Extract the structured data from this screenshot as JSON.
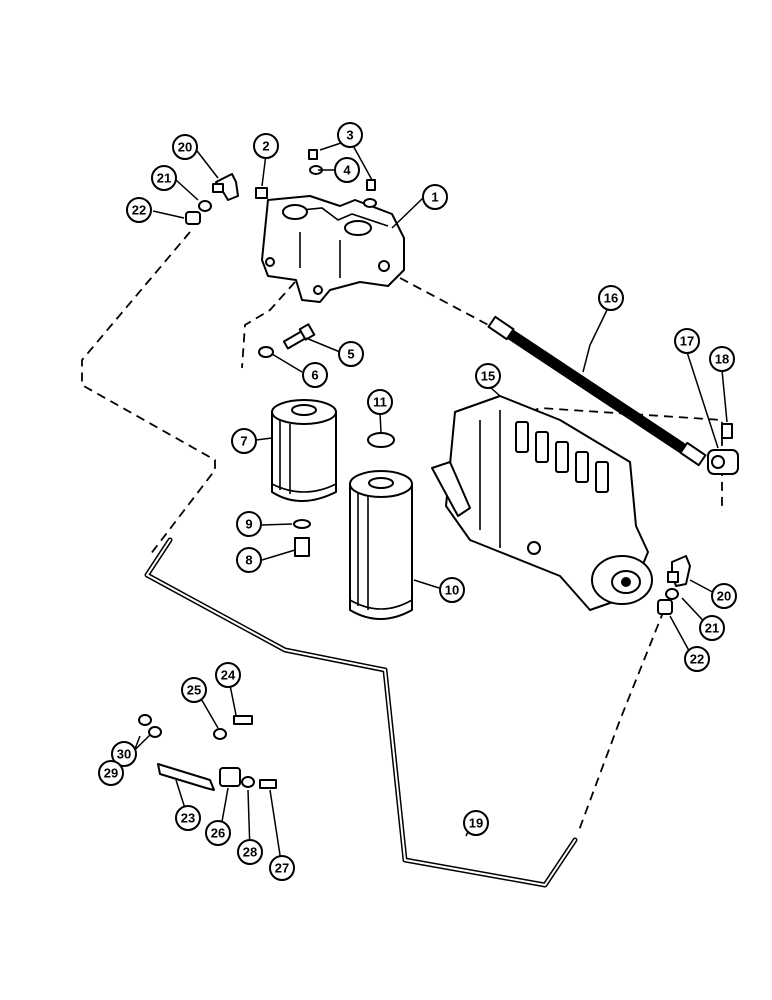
{
  "callouts": {
    "c1": "1",
    "c2": "2",
    "c3": "3",
    "c4": "4",
    "c5": "5",
    "c6": "6",
    "c7": "7",
    "c8": "8",
    "c9": "9",
    "c10": "10",
    "c11": "11",
    "c15": "15",
    "c16": "16",
    "c17": "17",
    "c18": "18",
    "c19": "19",
    "c20a": "20",
    "c20b": "20",
    "c21a": "21",
    "c21b": "21",
    "c22a": "22",
    "c22b": "22",
    "c23": "23",
    "c24": "24",
    "c25": "25",
    "c26": "26",
    "c27": "27",
    "c28": "28",
    "c29": "29",
    "c30": "30"
  }
}
